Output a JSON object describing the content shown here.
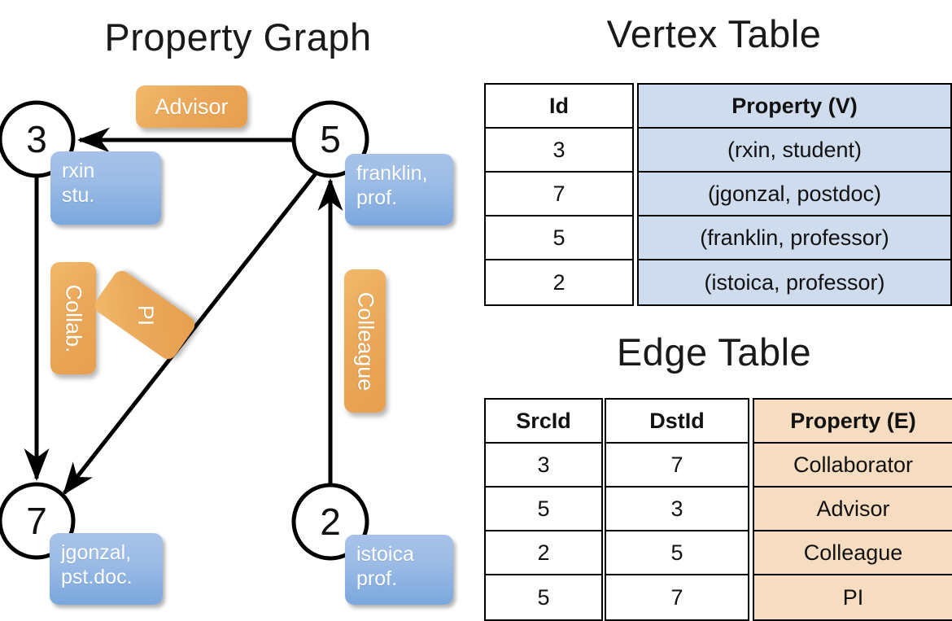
{
  "titles": {
    "property_graph": "Property Graph",
    "vertex_table": "Vertex Table",
    "edge_table": "Edge Table"
  },
  "colors": {
    "vertex_box_blue": "#9cbce6",
    "edge_label_orange": "#eaa85a",
    "vertex_table_header_fill": "#cfdcee",
    "edge_table_header_fill": "#f6ddc2",
    "stroke_black": "#000000"
  },
  "graph": {
    "vertices": [
      {
        "id": "3",
        "property_line1": "rxin",
        "property_line2": "stu."
      },
      {
        "id": "5",
        "property_line1": "franklin,",
        "property_line2": "prof."
      },
      {
        "id": "7",
        "property_line1": "jgonzal,",
        "property_line2": "pst.doc."
      },
      {
        "id": "2",
        "property_line1": "istoica",
        "property_line2": "prof."
      }
    ],
    "edge_labels": [
      {
        "name": "advisor",
        "text": "Advisor"
      },
      {
        "name": "collab",
        "text": "Collab."
      },
      {
        "name": "pi",
        "text": "PI"
      },
      {
        "name": "colleague",
        "text": "Colleague"
      }
    ],
    "edges": [
      {
        "src": "5",
        "dst": "3",
        "label": "Advisor"
      },
      {
        "src": "3",
        "dst": "7",
        "label": "Collab."
      },
      {
        "src": "5",
        "dst": "7",
        "label": "PI"
      },
      {
        "src": "2",
        "dst": "5",
        "label": "Colleague"
      }
    ]
  },
  "vertex_table": {
    "headers": {
      "id": "Id",
      "property": "Property (V)"
    },
    "rows": [
      {
        "id": "3",
        "property": "(rxin, student)"
      },
      {
        "id": "7",
        "property": "(jgonzal, postdoc)"
      },
      {
        "id": "5",
        "property": "(franklin, professor)"
      },
      {
        "id": "2",
        "property": "(istoica, professor)"
      }
    ]
  },
  "edge_table": {
    "headers": {
      "src": "SrcId",
      "dst": "DstId",
      "property": "Property (E)"
    },
    "rows": [
      {
        "src": "3",
        "dst": "7",
        "property": "Collaborator"
      },
      {
        "src": "5",
        "dst": "3",
        "property": "Advisor"
      },
      {
        "src": "2",
        "dst": "5",
        "property": "Colleague"
      },
      {
        "src": "5",
        "dst": "7",
        "property": "PI"
      }
    ]
  }
}
